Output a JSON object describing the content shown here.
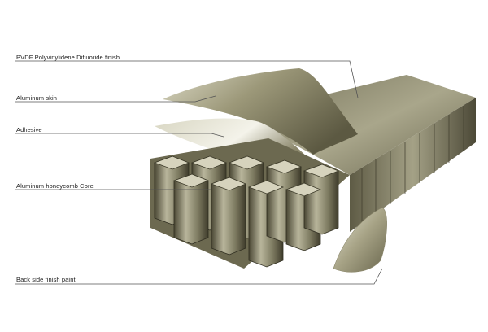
{
  "labels": {
    "pvdf_finish": "PVDF Polyvinylidene Difluoride finish",
    "aluminum_skin": "Aluminum skin",
    "adhesive": "Adhesive",
    "honeycomb_core": "Aluminum honeycomb Core",
    "back_side_paint": "Back side finish paint"
  },
  "colors": {
    "panel_light": "#c9c6ad",
    "panel_mid": "#8e8a6c",
    "panel_dark": "#4d4a36",
    "leader_line": "#555555"
  }
}
